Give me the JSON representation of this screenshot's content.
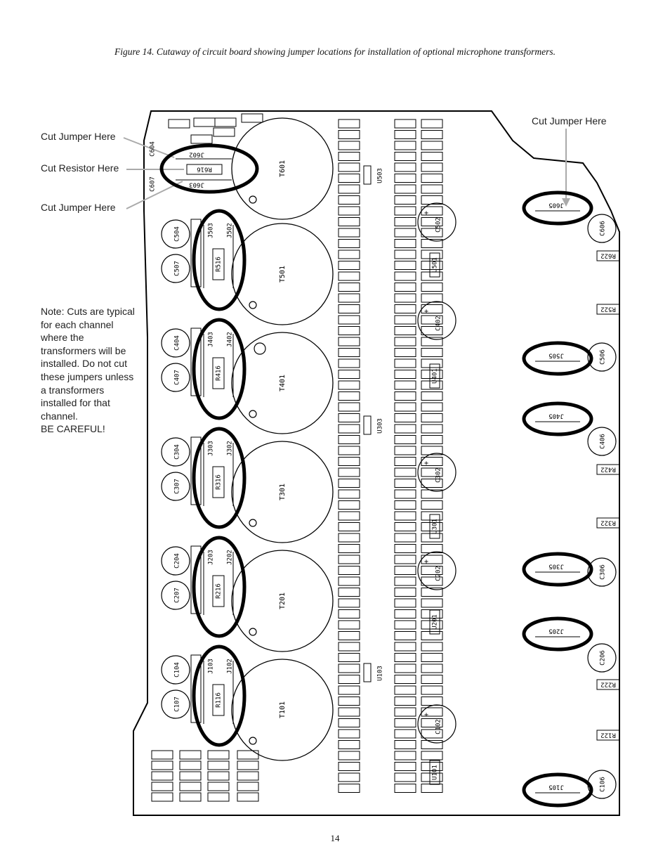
{
  "caption": "Figure 14. Cutaway of circuit board showing jumper locations for installation of optional microphone transformers.",
  "callouts": {
    "cut_jumper_upper": "Cut Jumper Here",
    "cut_resistor": "Cut Resistor Here",
    "cut_jumper_lower": "Cut Jumper Here",
    "cut_jumper_right": "Cut Jumper Here"
  },
  "note": {
    "text": "Note: Cuts are typical for each channel where the transformers will be installed. Do not cut these jumpers unless a transformers installed for that channel.",
    "warning": "BE CAREFUL!"
  },
  "page_number": "14",
  "channels": [
    {
      "transformer": "T601",
      "jumper_a": "J602",
      "jumper_b": "J603",
      "resistor": "R616",
      "right_jumper": "J605",
      "cap_a": "C604",
      "cap_b": "C607",
      "cap_right": "C606",
      "res_right": "R622"
    },
    {
      "transformer": "T501",
      "jumper_a": "J502",
      "jumper_b": "J503",
      "resistor": "R516",
      "right_jumper": "J505",
      "cap_a": "C504",
      "cap_b": "C507",
      "cap_right": "C506",
      "res_right": "R522"
    },
    {
      "transformer": "T401",
      "jumper_a": "J402",
      "jumper_b": "J403",
      "resistor": "R416",
      "right_jumper": "J405",
      "cap_a": "C404",
      "cap_b": "C407",
      "cap_right": "C406",
      "res_right": "R422"
    },
    {
      "transformer": "T301",
      "jumper_a": "J302",
      "jumper_b": "J303",
      "resistor": "R316",
      "right_jumper": "J305",
      "cap_a": "C304",
      "cap_b": "C307",
      "cap_right": "C306",
      "res_right": "R322"
    },
    {
      "transformer": "T201",
      "jumper_a": "J202",
      "jumper_b": "J203",
      "resistor": "R216",
      "right_jumper": "J205",
      "cap_a": "C204",
      "cap_b": "C207",
      "cap_right": "C206",
      "res_right": "R222"
    },
    {
      "transformer": "T101",
      "jumper_a": "J102",
      "jumper_b": "J103",
      "resistor": "R116",
      "right_jumper": "J105",
      "cap_a": "C104",
      "cap_b": "C107",
      "cap_right": "C106",
      "res_right": "R122"
    }
  ],
  "midcol": {
    "u_labels": [
      "U503",
      "U303",
      "U103"
    ],
    "c_labels": [
      "C502",
      "C402",
      "C302",
      "C202",
      "C102"
    ],
    "ic_labels": [
      "U501",
      "U401",
      "U301",
      "U201",
      "U101"
    ]
  }
}
